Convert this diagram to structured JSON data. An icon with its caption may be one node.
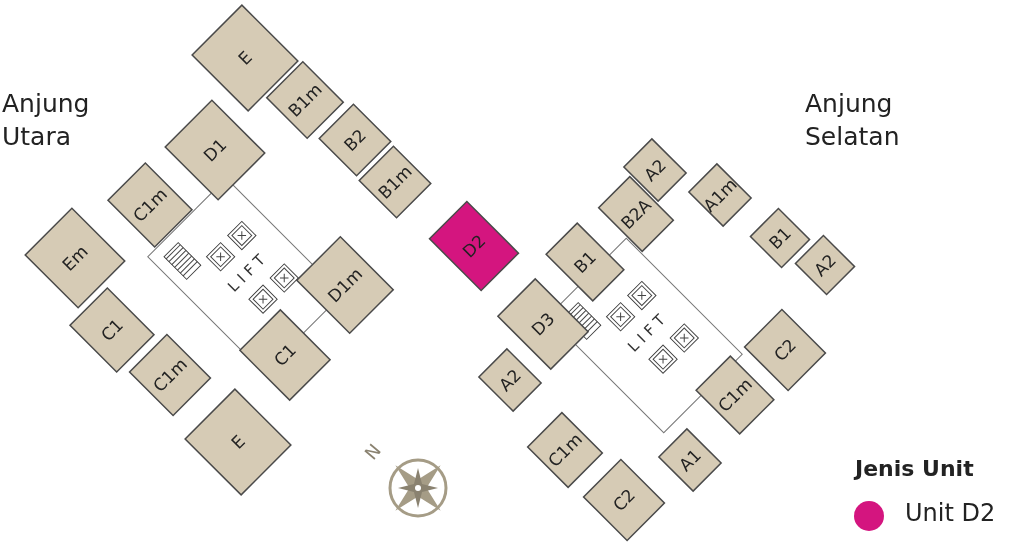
{
  "diagram": {
    "nodes": [
      {
        "text": [
          "E"
        ]
      },
      {
        "text": [
          "B1m"
        ]
      },
      {
        "text": [
          "D1"
        ]
      },
      {
        "text": [
          "B2"
        ]
      },
      {
        "text": [
          "B1m"
        ]
      },
      {
        "text": [
          "C1m"
        ]
      },
      {
        "text": [
          "Em"
        ]
      },
      {
        "text": [
          "C1"
        ]
      },
      {
        "text": [
          "D1m"
        ]
      },
      {
        "text": [
          "C1"
        ]
      },
      {
        "text": [
          "C1m"
        ]
      },
      {
        "text": [
          "E"
        ]
      },
      {
        "text": [
          "D2"
        ]
      },
      {
        "text": [
          "D3"
        ]
      },
      {
        "text": [
          "A2"
        ]
      },
      {
        "text": [
          "B1"
        ]
      },
      {
        "text": [
          "B2A"
        ]
      },
      {
        "text": [
          "A2"
        ]
      },
      {
        "text": [
          "A1m"
        ]
      },
      {
        "text": [
          "B1"
        ]
      },
      {
        "text": [
          "A2"
        ]
      },
      {
        "text": [
          "C2"
        ]
      },
      {
        "text": [
          "C1m"
        ]
      },
      {
        "text": [
          "C1m"
        ]
      },
      {
        "text": [
          "C2"
        ]
      },
      {
        "text": [
          "A1"
        ]
      }
    ],
    "edges": [],
    "labels": [
      "Anjung Utara",
      "Anjung Selatan",
      "LIFT",
      "LIFT",
      "N",
      "Jenis Unit"
    ],
    "legend": [
      {
        "text": "Unit D2",
        "color": "#d4157f"
      }
    ]
  }
}
